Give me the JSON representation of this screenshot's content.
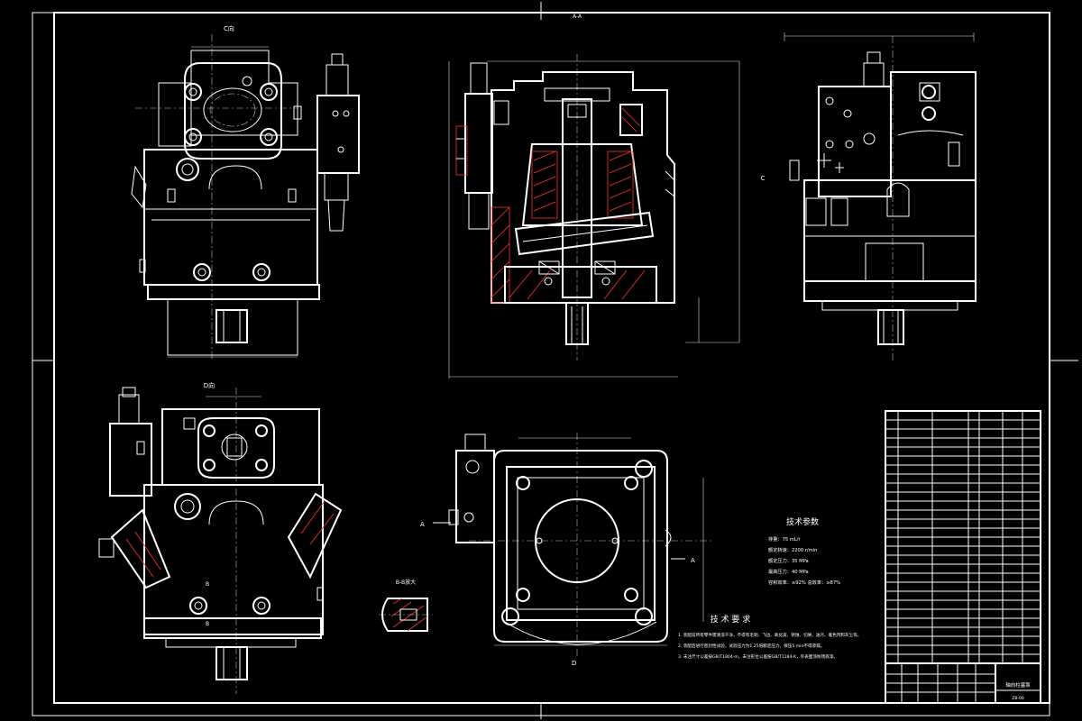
{
  "colors": {
    "background": "#000000",
    "line": "#ffffff",
    "hatch": "#ff3030",
    "table_yellow": "#e8d800"
  },
  "view_labels": {
    "top_left": "C向",
    "bottom_left": "D向",
    "section_top": "A-A",
    "right_top_marker": "C",
    "view_B1": "B",
    "view_B2": "B",
    "detail": "B-B放大",
    "cut_A_left": "A",
    "cut_A_right": "A",
    "bottom_D": "D"
  },
  "tech_params": {
    "title": "技术参数",
    "lines": [
      "排量：75 mL/r",
      "额定转速：2200 r/min",
      "额定压力：35 MPa",
      "最高压力：40 MPa",
      "容积效率：≥92%  总效率：≥87%"
    ]
  },
  "tech_req": {
    "title": "技 术 要 求",
    "lines": [
      "1. 装配前所有零件需清洗干净，不得有毛刺、飞边、氧化皮、锈蚀、切屑、油污、着色剂和灰尘等。",
      "2. 装配后进行密封性试验，试验压力为1.25倍额定压力，保压5 min不得渗漏。",
      "3. 未注尺寸公差按GB/T1804-m，未注形位公差按GB/T1184-K，外表面涂防锈底漆。"
    ]
  },
  "title_block": {
    "drawing_name": "轴向柱塞泵",
    "drawing_no": "ZB-00"
  }
}
